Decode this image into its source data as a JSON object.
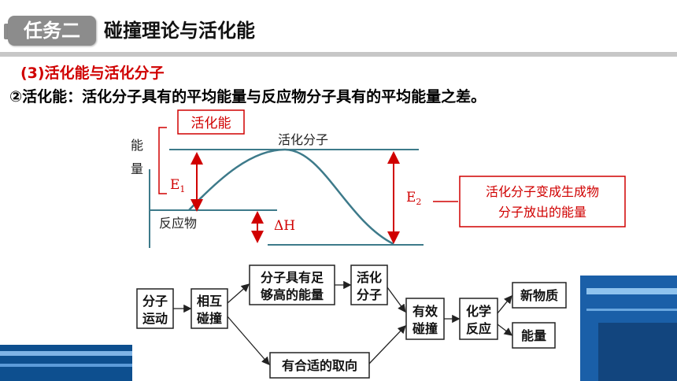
{
  "header": {
    "badge": "任务二",
    "title": "碰撞理论与活化能"
  },
  "subheading": "(3)活化能与活化分子",
  "definition": "②活化能：活化分子具有的平均能量与反应物分子具有的平均能量之差。",
  "energy_diagram": {
    "ylabel_1": "能",
    "ylabel_2": "量",
    "activation_box": "活化能",
    "peak_label": "活化分子",
    "e1": "E",
    "e1_sub": "1",
    "e2": "E",
    "e2_sub": "2",
    "reactant_label": "反应物",
    "delta_h": "ΔH",
    "note_line1": "活化分子变成生成物",
    "note_line2": "分子放出的能量"
  },
  "flowchart": {
    "box1_l1": "分子",
    "box1_l2": "运动",
    "box2_l1": "相互",
    "box2_l2": "碰撞",
    "box3_l1": "分子具有足",
    "box3_l2": "够高的能量",
    "box4_l1": "活化",
    "box4_l2": "分子",
    "box5_l1": "有效",
    "box5_l2": "碰撞",
    "box6_l1": "化学",
    "box6_l2": "反应",
    "box7": "新物质",
    "box8": "能量",
    "box9": "有合适的取向"
  },
  "colors": {
    "accent_red": "#d00000",
    "badge_gray": "#8c8c8c",
    "deco_blue": "#1f5fa8"
  }
}
